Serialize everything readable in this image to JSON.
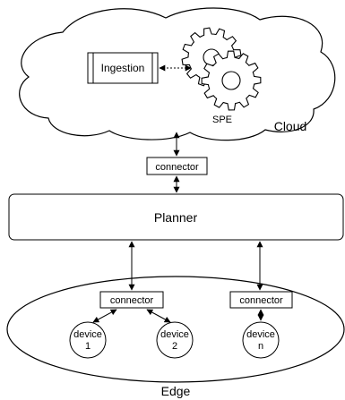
{
  "cloud": {
    "ingestion_label": "Ingestion",
    "spe_label": "SPE",
    "region_label": "Cloud"
  },
  "cloud_connector_label": "connector",
  "planner_label": "Planner",
  "edge": {
    "connectors": [
      {
        "label": "connector"
      },
      {
        "label": "connector"
      }
    ],
    "devices": [
      {
        "line1": "device",
        "line2": "1"
      },
      {
        "line1": "device",
        "line2": "2"
      },
      {
        "line1": "device",
        "line2": "n"
      }
    ],
    "region_label": "Edge"
  }
}
